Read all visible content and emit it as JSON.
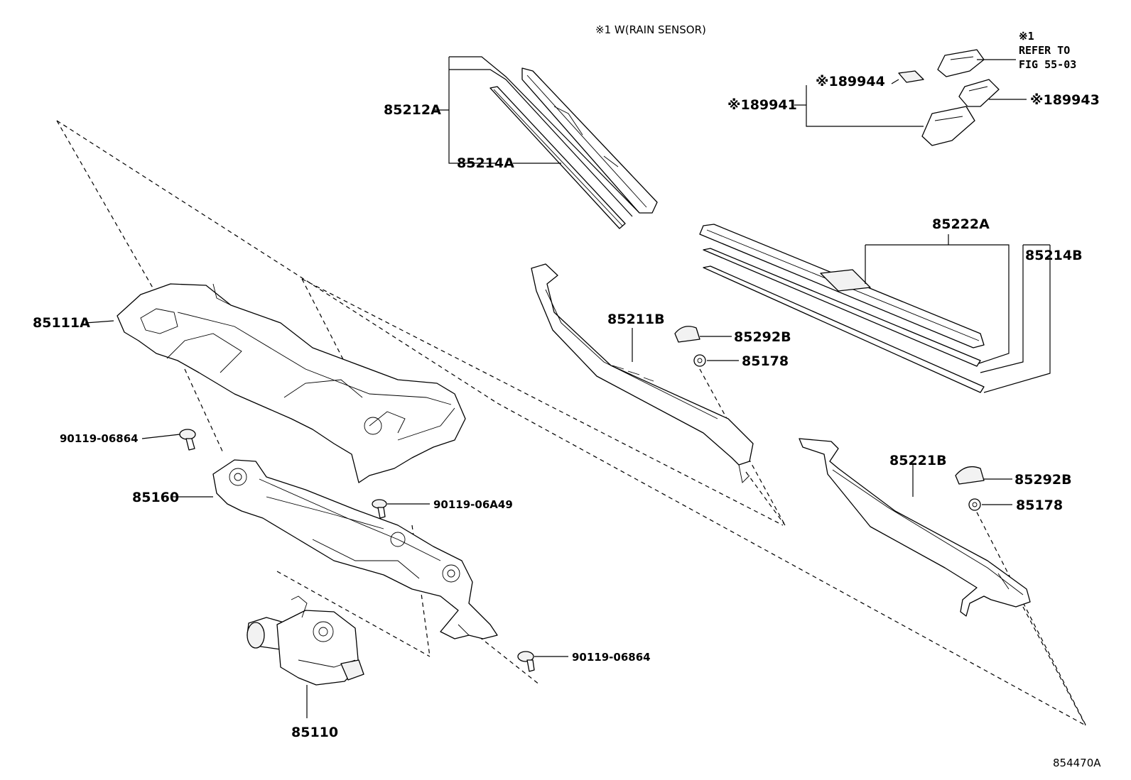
{
  "header_note": "※1 W(RAIN SENSOR)",
  "figure_number": "854470A",
  "refer": {
    "mark": "※1",
    "line1": "REFER TO",
    "line2": "FIG 55-03"
  },
  "labels": {
    "p85212A": "85212A",
    "p85214A": "85214A",
    "p89944": "※189944",
    "p89941": "※189941",
    "p89943": "※189943",
    "p85222A": "85222A",
    "p85214B": "85214B",
    "p85211B": "85211B",
    "p85292B_1": "85292B",
    "p85178_1": "85178",
    "p85111A": "85111A",
    "p90119_06864_1": "90119-06864",
    "p85160": "85160",
    "p90119_06A49": "90119-06A49",
    "p85221B": "85221B",
    "p85292B_2": "85292B",
    "p85178_2": "85178",
    "p90119_06864_2": "90119-06864",
    "p85110": "85110"
  }
}
